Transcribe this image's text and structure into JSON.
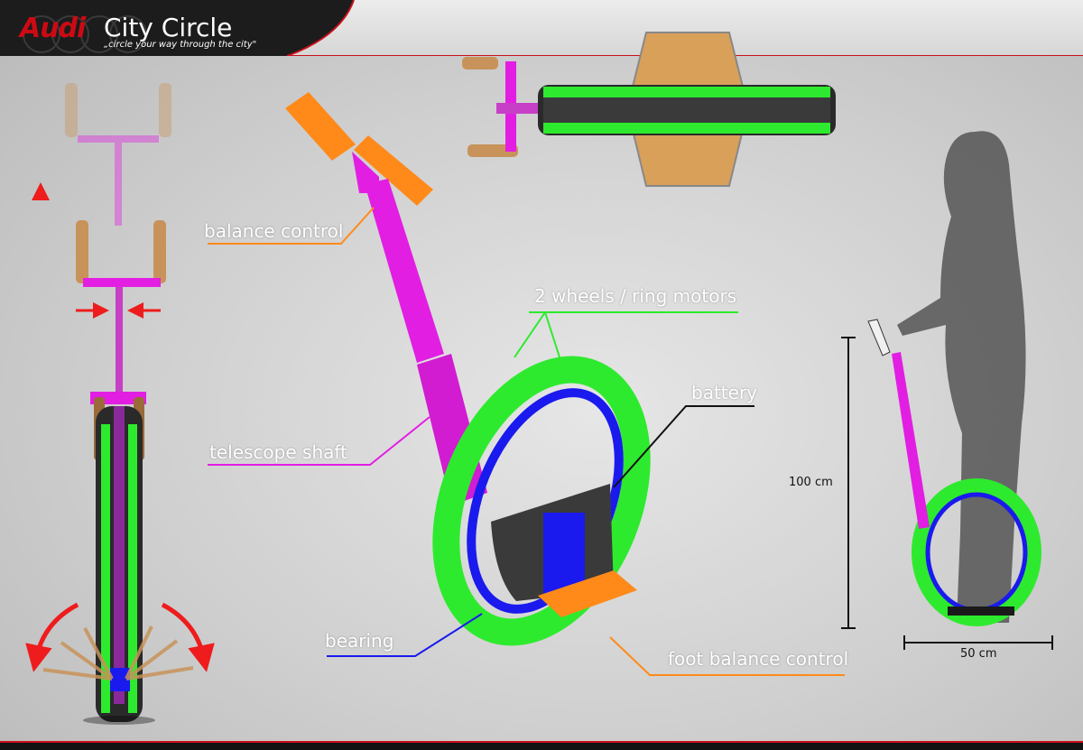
{
  "header": {
    "logo": "Audi",
    "title": "City Circle",
    "tagline": "„circle your  way through the city\""
  },
  "labels": {
    "balance_control": "balance control",
    "wheels_motors": "2 wheels / ring motors",
    "battery": "battery",
    "telescope_shaft": "telescope shaft",
    "bearing": "bearing",
    "foot_balance_control": "foot balance control"
  },
  "dimensions": {
    "height": "100 cm",
    "width": "50 cm"
  },
  "colors": {
    "brand_red": "#cc0a14",
    "header_dark": "#1c1c1c",
    "shaft_magenta": "#e21ee2",
    "ring_green": "#2eea2e",
    "ring_blue": "#1a1aee",
    "pad_orange": "#ff8a1a",
    "handle_tan": "#c8935a",
    "silhouette": "#555555",
    "arrow_red": "#ee1c1c"
  },
  "icons": {
    "up_arrow": "arrow-up-icon",
    "squeeze_arrows": "arrow-inward-icon",
    "tilt_arrows": "curved-arrow-icon"
  }
}
